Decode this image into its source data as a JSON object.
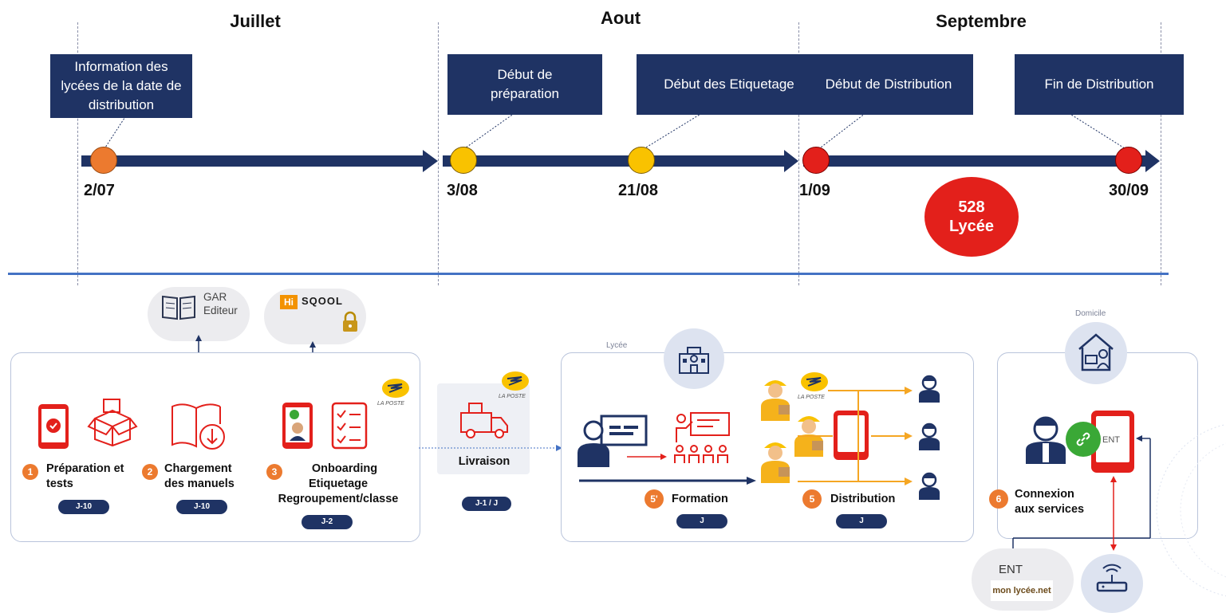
{
  "timeline": {
    "months": [
      "Juillet",
      "Aout",
      "Septembre"
    ],
    "events": [
      {
        "label": "Information des lycées de la date de distribution",
        "date": "2/07",
        "color": "#ec7a2f"
      },
      {
        "label": "Début de préparation",
        "date": "3/08",
        "color": "#f9c200"
      },
      {
        "label": "Début des Etiquetage",
        "date": "21/08",
        "color": "#f9c200"
      },
      {
        "label": "Début de Distribution",
        "date": "1/09",
        "color": "#e3201b"
      },
      {
        "label": "Fin de Distribution",
        "date": "30/09",
        "color": "#e3201b"
      }
    ],
    "highlight": {
      "number": "528",
      "label": "Lycée",
      "color": "#e3201b"
    }
  },
  "clouds": {
    "gar": "GAR Editeur",
    "hi": "Hi",
    "sqool": "SQOOL",
    "ent": "ENT",
    "monlycee": "mon lycée.net"
  },
  "labels": {
    "laposte": "LA POSTE",
    "lycee": "Lycée",
    "domicile": "Domicile",
    "ent_device": "ENT"
  },
  "steps": [
    {
      "num": "1",
      "title": "Préparation et tests",
      "badge": "J-10"
    },
    {
      "num": "2",
      "title": "Chargement des manuels",
      "badge": "J-10"
    },
    {
      "num": "3",
      "title": "Onboarding Etiquetage Regroupement/classe",
      "badge": "J-2"
    },
    {
      "num": "",
      "title": "Livraison",
      "badge": "J-1 / J"
    },
    {
      "num": "5'",
      "title": "Formation",
      "badge": "J"
    },
    {
      "num": "5",
      "title": "Distribution",
      "badge": "J"
    },
    {
      "num": "6",
      "title": "Connexion aux services",
      "badge": ""
    }
  ],
  "colors": {
    "navy": "#1f3364",
    "red": "#e3201b",
    "orange": "#ec7a2f",
    "yellow": "#f9c200",
    "amber": "#f5a623",
    "blue_line": "#4472c4"
  }
}
